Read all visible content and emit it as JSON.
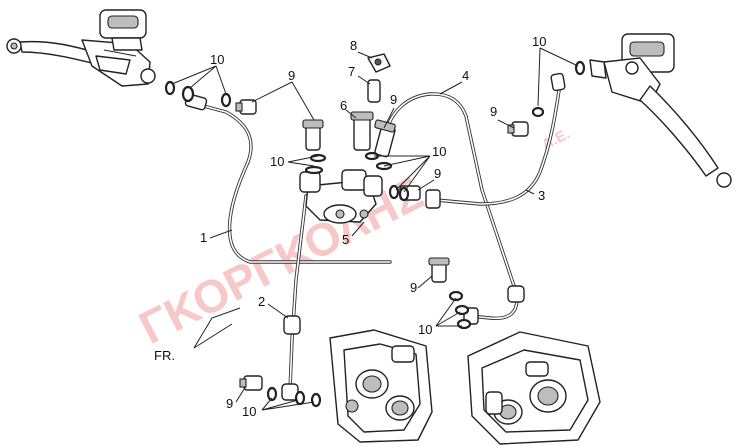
{
  "watermark": {
    "main": "ΓΚΟΡΓΚΟΛΗΣ",
    "suffix": "A.E."
  },
  "direction_label": "FR.",
  "callouts": {
    "c10_top_left": "10",
    "c9_top_left": "9",
    "c8": "8",
    "c7": "7",
    "c6": "6",
    "c9_top_center": "9",
    "c4": "4",
    "c10_top_right": "10",
    "c9_right": "9",
    "c10_left_center": "10",
    "c10_right_center": "10",
    "c9_mid_right": "9",
    "c3": "3",
    "c1": "1",
    "c5": "5",
    "c9_lower": "9",
    "c2": "2",
    "c10_lower": "10",
    "c9_bottom": "9",
    "c10_bottom": "10"
  }
}
